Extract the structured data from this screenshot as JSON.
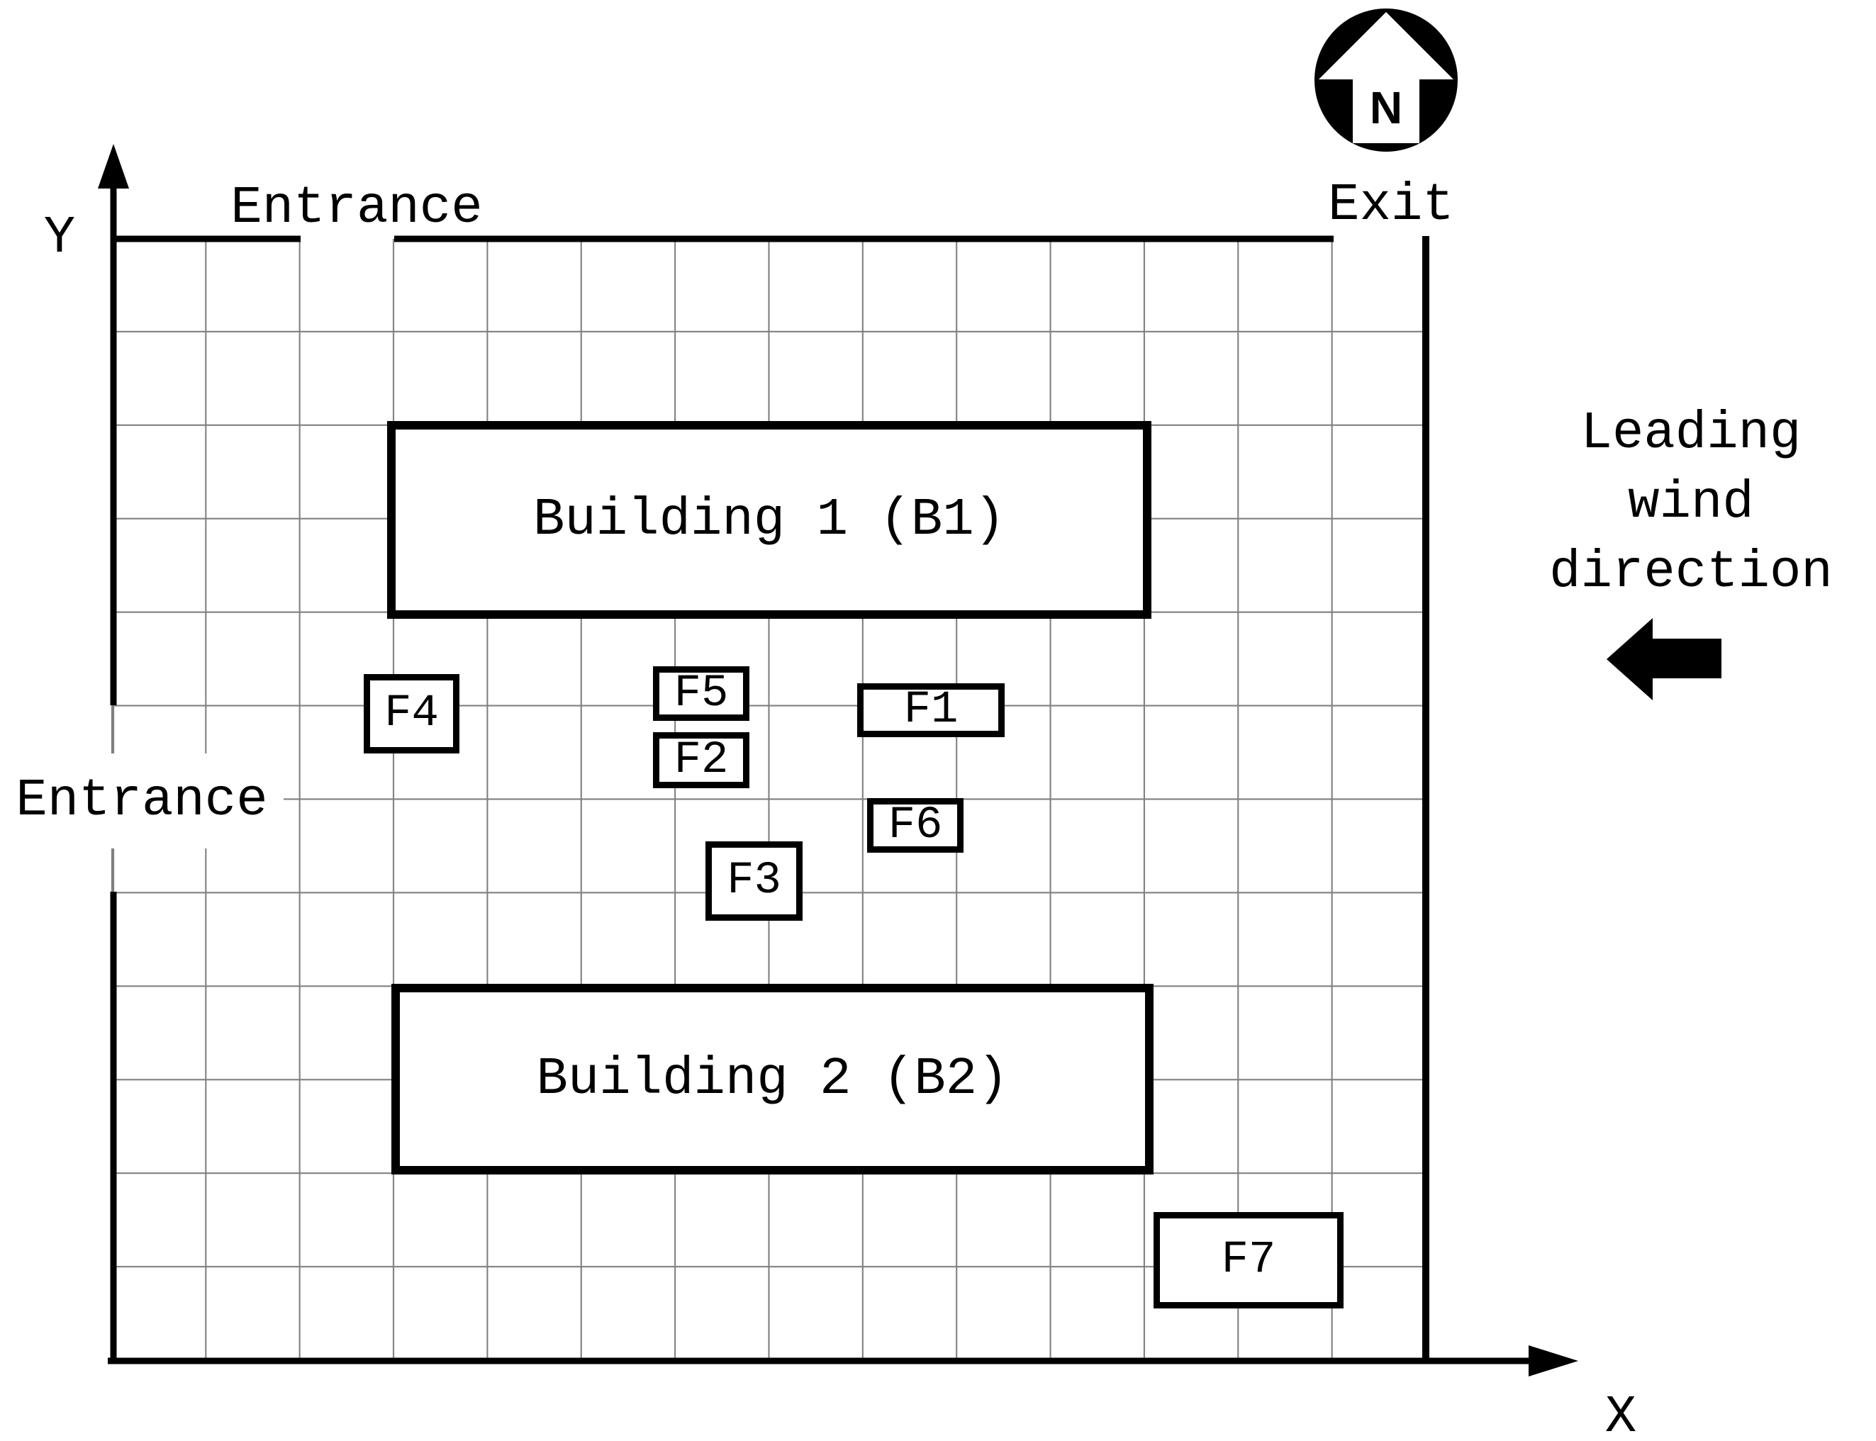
{
  "diagram": {
    "axis_y_label": "Y",
    "axis_x_label": "X",
    "entrance_top_label": "Entrance",
    "entrance_left_label": "Entrance",
    "exit_label": "Exit",
    "wind_label": "Leading wind\ndirection",
    "compass_label": "N"
  },
  "buildings": [
    {
      "id": "B1",
      "label": "Building 1 (B1)"
    },
    {
      "id": "B2",
      "label": "Building 2 (B2)"
    }
  ],
  "facilities": [
    {
      "id": "F1",
      "label": "F1"
    },
    {
      "id": "F2",
      "label": "F2"
    },
    {
      "id": "F3",
      "label": "F3"
    },
    {
      "id": "F4",
      "label": "F4"
    },
    {
      "id": "F5",
      "label": "F5"
    },
    {
      "id": "F6",
      "label": "F6"
    },
    {
      "id": "F7",
      "label": "F7"
    }
  ],
  "colors": {
    "line": "#000000",
    "grid": "#808080",
    "background": "#ffffff"
  }
}
